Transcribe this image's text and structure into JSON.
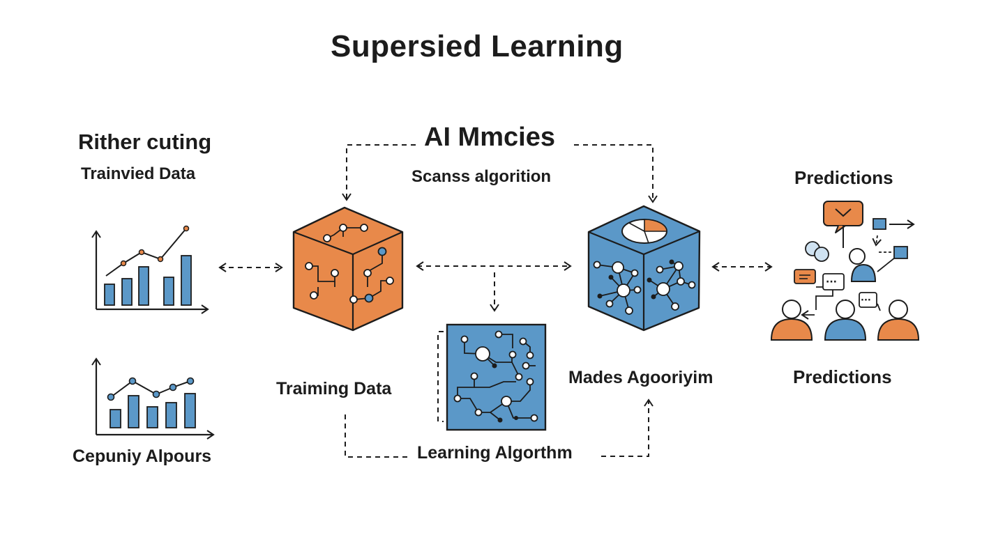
{
  "title": "Supersied Learning",
  "left": {
    "heading": "Rither cuting",
    "subheading": "Trainvied Data",
    "bottom_label": "Cepuniy Alpours"
  },
  "center": {
    "top_heading": "AI Mmcies",
    "top_subheading": "Scanss algorition",
    "training_label": "Traiming Data",
    "learning_label": "Learning Algorthm"
  },
  "right_center": {
    "model_label": "Mades Agooriyim"
  },
  "right": {
    "heading": "Predictions",
    "bottom_label": "Predictions"
  },
  "colors": {
    "orange": "#E8894A",
    "blue": "#5B98C8",
    "ink": "#1c1c1c"
  },
  "icons": [
    "bar-chart-icon",
    "line-bar-chart-icon",
    "orange-cube-icon",
    "blue-cube-icon",
    "circuit-board-icon",
    "people-network-icon"
  ]
}
